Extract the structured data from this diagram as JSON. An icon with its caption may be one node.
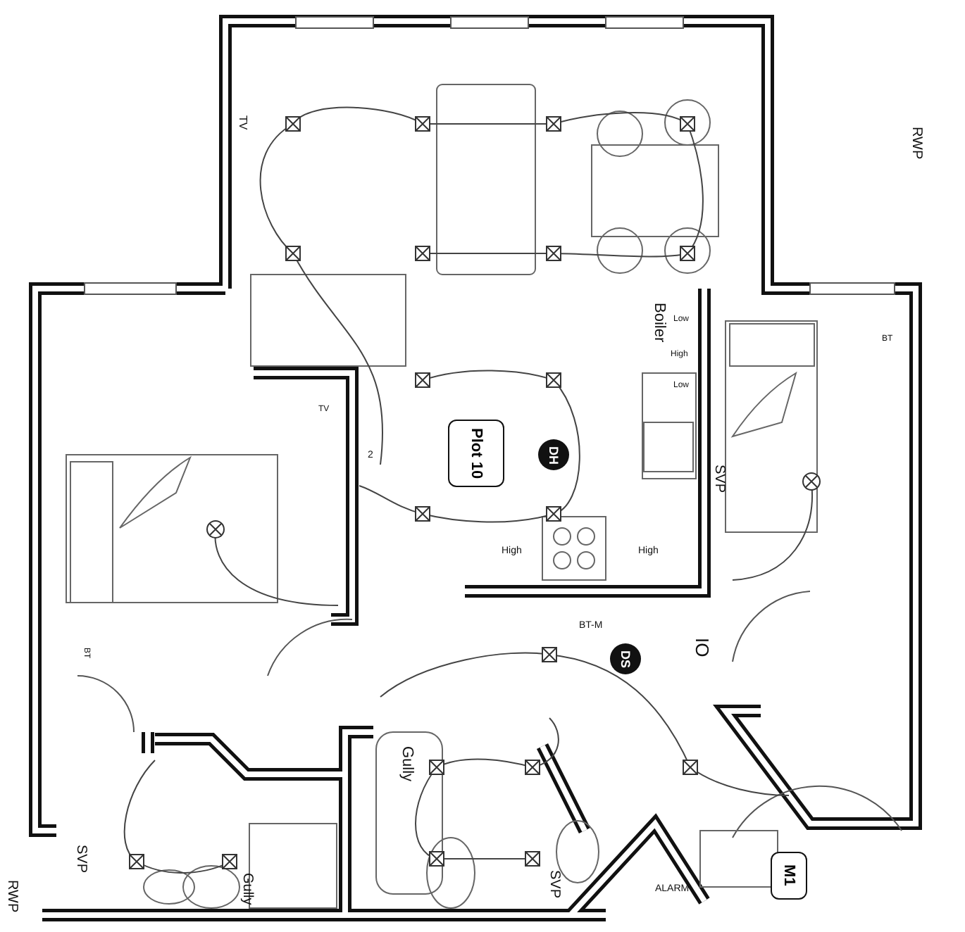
{
  "diagram": {
    "nodes": [
      {
        "text": [
          "Plot 10"
        ]
      },
      {
        "text": [
          "DH"
        ]
      },
      {
        "text": [
          "DS"
        ]
      },
      {
        "text": [
          "M1"
        ]
      }
    ],
    "labels": [
      "TV",
      "Boiler",
      "Low",
      "High",
      "Low",
      "RWP",
      "BT",
      "TV",
      "2",
      "SVP",
      "High",
      "High",
      "BT-M",
      "IO",
      "BT",
      "SVP",
      "Gully",
      "Gully",
      "SVP",
      "ALARM",
      "RWP"
    ]
  }
}
